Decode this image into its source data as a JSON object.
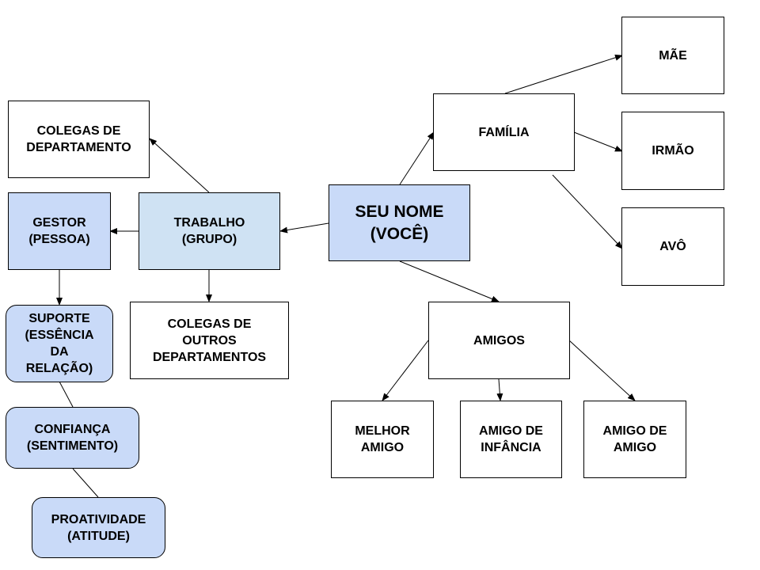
{
  "diagram": {
    "colors": {
      "fill_blue": "#c9daf8",
      "fill_light_blue": "#cfe2f3",
      "stroke": "#000000"
    },
    "nodes": {
      "center": "SEU NOME\n(VOCÊ)",
      "familia": "FAMÍLIA",
      "mae": "MÃE",
      "irmao": "IRMÃO",
      "avo": "AVÔ",
      "amigos": "AMIGOS",
      "melhor_amigo": "MELHOR\nAMIGO",
      "amigo_infancia": "AMIGO DE\nINFÂNCIA",
      "amigo_de_amigo": "AMIGO DE\nAMIGO",
      "trabalho": "TRABALHO\n(GRUPO)",
      "colegas_departamento": "COLEGAS DE\nDEPARTAMENTO",
      "colegas_outros": "COLEGAS DE\nOUTROS\nDEPARTAMENTOS",
      "gestor": "GESTOR\n(PESSOA)",
      "suporte": "SUPORTE\n(ESSÊNCIA\nDA\nRELAÇÃO)",
      "confianca": "CONFIANÇA\n(SENTIMENTO)",
      "proatividade": "PROATIVIDADE\n(ATITUDE)"
    }
  }
}
